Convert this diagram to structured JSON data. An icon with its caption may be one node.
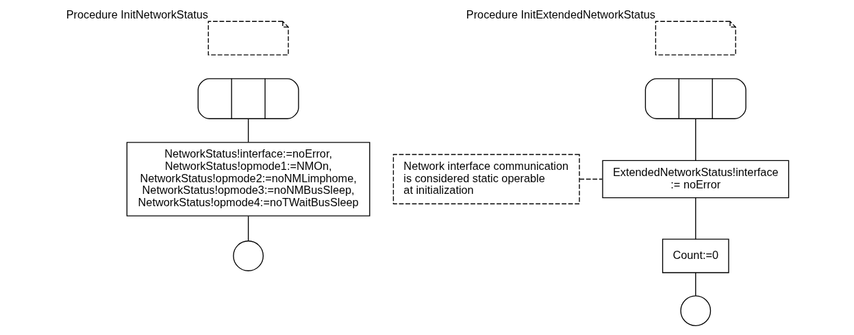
{
  "diagram": {
    "nodes": [
      {
        "text": [
          "Procedure InitNetworkStatus"
        ]
      },
      {
        "text": [],
        "shape": "box"
      },
      {
        "text": [
          "NetworkStatus!interface:=noError, NetworkStatus!opmode1:=NMOn, NetworkStatus!opmode2:=noNMLimphome, NetworkStatus!opmode3:=noNMBusSleep, NetworkStatus!opmode4:=noTWaitBusSleep"
        ]
      },
      {
        "text": [],
        "shape": "circle"
      },
      {
        "text": [
          "Procedure InitExtendedNetworkStatus"
        ]
      },
      {
        "text": [],
        "shape": "box"
      },
      {
        "text": [
          "Network interface communication is considered static operable at initialization"
        ]
      },
      {
        "text": [
          "ExtendedNetworkStatus!interface := noError"
        ]
      },
      {
        "text": [
          "Count:=0"
        ]
      },
      {
        "text": [],
        "shape": "circle"
      }
    ],
    "edges": [
      {
        "from": 1,
        "to": 2,
        "arrow": "none"
      },
      {
        "from": 2,
        "to": 3,
        "arrow": "none"
      },
      {
        "from": 5,
        "to": 7,
        "arrow": "none"
      },
      {
        "from": 6,
        "to": 7,
        "arrow": "none",
        "style": "dashed"
      },
      {
        "from": 7,
        "to": 8,
        "arrow": "none"
      },
      {
        "from": 8,
        "to": 9,
        "arrow": "none"
      }
    ]
  }
}
